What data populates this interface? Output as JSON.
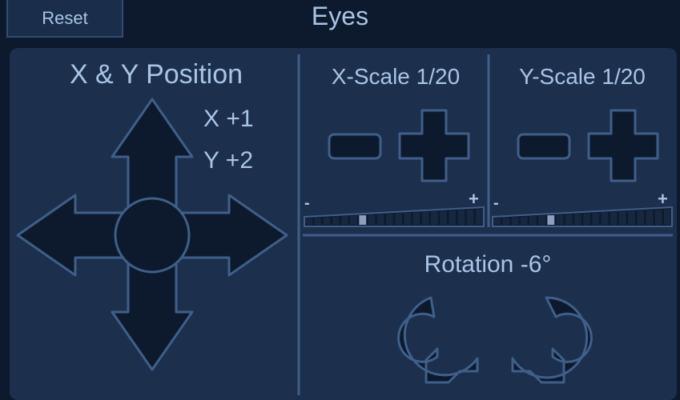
{
  "header": {
    "reset_label": "Reset",
    "title": "Eyes"
  },
  "position": {
    "title": "X & Y Position",
    "x_value": "X +1",
    "y_value": "Y +2"
  },
  "x_scale": {
    "title": "X-Scale 1/20",
    "minus_label": "-",
    "plus_label": "+",
    "slider_value": 7,
    "slider_max": 20
  },
  "y_scale": {
    "title": "Y-Scale 1/20",
    "minus_label": "-",
    "plus_label": "+",
    "slider_value": 7,
    "slider_max": 20
  },
  "rotation": {
    "title": "Rotation -6°"
  },
  "colors": {
    "background": "#0d1a2d",
    "panel": "#1c2f4c",
    "stroke": "#3f5f8a",
    "text": "#a9c4e6",
    "slider_marker": "#8d9fbe"
  }
}
